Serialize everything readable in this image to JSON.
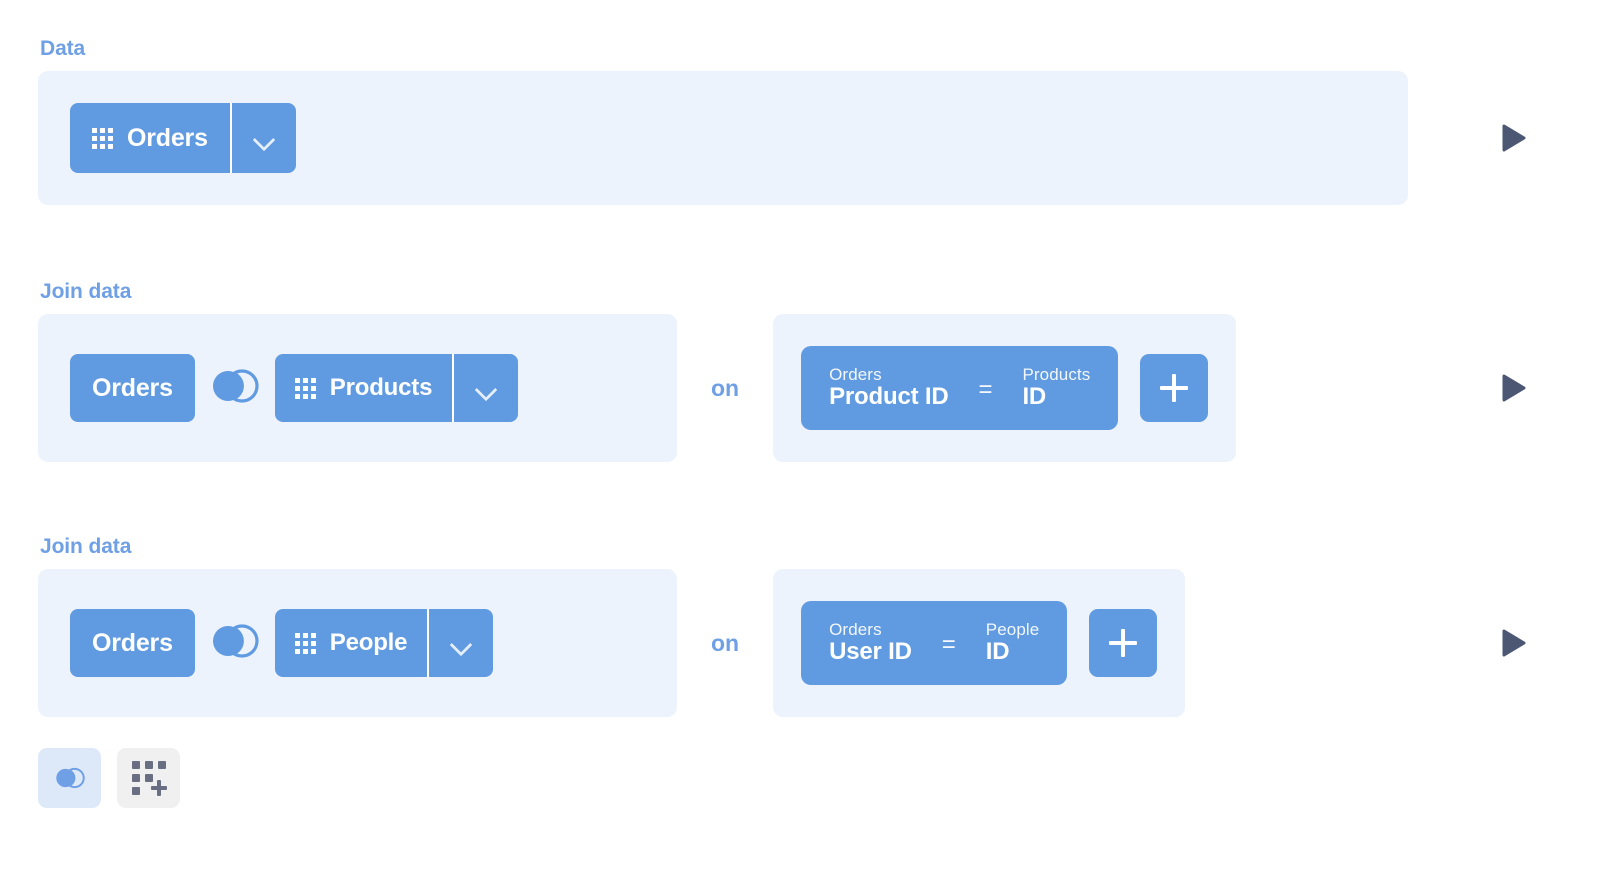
{
  "theme": {
    "accent_blue": "#609ae1",
    "label_blue": "#6fa0e5",
    "panel_bg": "#edf3fc",
    "run_arrow": "#4c5773",
    "action_join_bg": "#dde9f8",
    "action_add_bg": "#f0f0f0"
  },
  "sections": [
    {
      "label": "Data",
      "source": {
        "name": "Orders",
        "icon": "table-grid-icon",
        "caret": "chevron-down-icon"
      },
      "run": "play-triangle-icon"
    },
    {
      "label": "Join data",
      "left_table": "Orders",
      "join_type_icon": "venn-left-join-icon",
      "right_table": {
        "name": "Products",
        "icon": "table-grid-icon",
        "caret": "chevron-down-icon"
      },
      "on_label": "on",
      "condition": {
        "lhs_table": "Orders",
        "lhs_field": "Product ID",
        "operator": "=",
        "rhs_table": "Products",
        "rhs_field": "ID"
      },
      "add_condition": "+",
      "run": "play-triangle-icon"
    },
    {
      "label": "Join data",
      "left_table": "Orders",
      "join_type_icon": "venn-left-join-icon",
      "right_table": {
        "name": "People",
        "icon": "table-grid-icon",
        "caret": "chevron-down-icon"
      },
      "on_label": "on",
      "condition": {
        "lhs_table": "Orders",
        "lhs_field": "User ID",
        "operator": "=",
        "rhs_table": "People",
        "rhs_field": "ID"
      },
      "add_condition": "+",
      "run": "play-triangle-icon"
    }
  ],
  "actions": [
    {
      "icon": "venn-join-icon",
      "name": "join-step-button"
    },
    {
      "icon": "grid-plus-icon",
      "name": "add-data-step-button"
    }
  ]
}
